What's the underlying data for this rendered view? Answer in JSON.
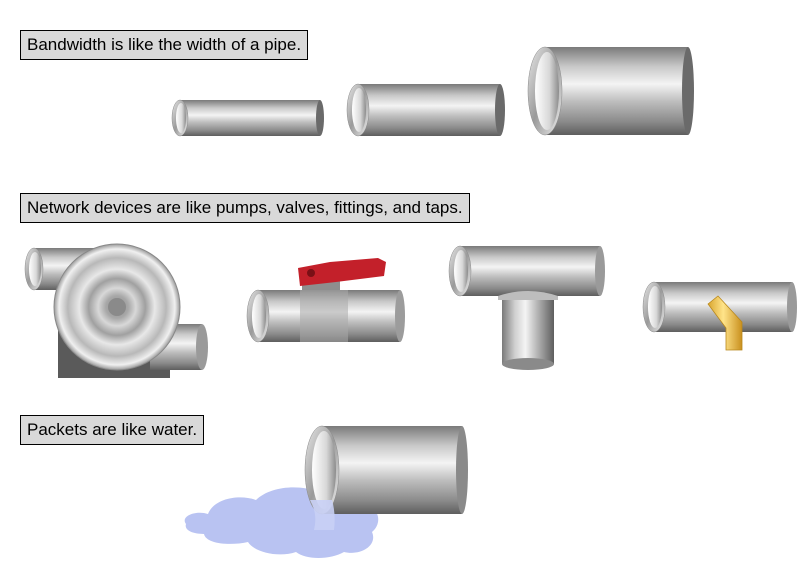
{
  "captions": {
    "bandwidth": "Bandwidth is like the width of a pipe.",
    "devices": "Network devices are like pumps, valves, fittings, and taps.",
    "packets": "Packets are like water."
  },
  "illustrations": {
    "pipes": [
      "narrow-pipe",
      "medium-pipe",
      "wide-pipe"
    ],
    "devices": [
      "pump",
      "valve",
      "tee-fitting",
      "tap"
    ],
    "water": [
      "pouring-pipe",
      "water-puddle"
    ]
  },
  "colors": {
    "caption_background": "#d9d9d9",
    "metal_dark": "#6e6e6e",
    "metal_light": "#f2f2f2",
    "valve_handle": "#c3202a",
    "tap_brass": "#f2c84b",
    "water": "#b9c3f2"
  }
}
